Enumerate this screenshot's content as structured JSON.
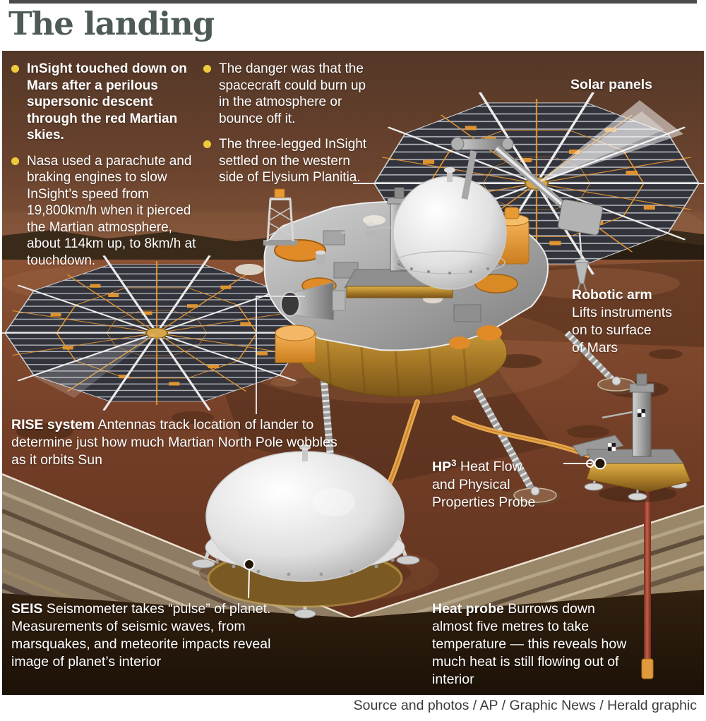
{
  "header": {
    "title": "The landing"
  },
  "bullets_left": [
    {
      "text": "InSight touched down on Mars after a perilous supersonic descent through the red Martian skies."
    },
    {
      "text": "Nasa used a parachute and braking engines to slow InSight’s speed from 19,800km/h when it pierced the Martian atmosphere, about 114km up, to 8km/h at touchdown."
    }
  ],
  "bullets_right": [
    {
      "text": "The danger was that the spacecraft could burn up in the atmosphere or bounce off it."
    },
    {
      "text": "The three-legged InSight settled on the western side of Elysium Planitia."
    }
  ],
  "labels": {
    "solar_panels": "Solar panels",
    "robotic_arm": {
      "bold": "Robotic arm",
      "lines": [
        "Lifts instruments",
        "on to surface",
        "of Mars"
      ]
    },
    "rise": {
      "bold": "RISE system",
      "rest": "Antennas track location of lander to determine just how much Martian North Pole wobbles as it orbits Sun"
    },
    "hp3": {
      "bold": "HP",
      "sup": "3",
      "rest": "Heat Flow and Physical Properties Probe"
    },
    "seis": {
      "bold": "SEIS",
      "rest": "Seismometer takes “pulse” of planet. Measurements of seismic waves, from marsquakes, and meteorite impacts reveal image of planet’s interior"
    },
    "heat_probe": {
      "bold": "Heat probe",
      "rest": "Burrows down almost five metres to take temperature — this reveals how much heat is still flowing out of interior"
    }
  },
  "footer": {
    "source": "Source and photos / AP / Graphic News / Herald graphic"
  },
  "colors": {
    "title": "#4d5a55",
    "bullet_dot": "#eecb3c",
    "body_text": "#ffffff",
    "sky_brown": "#5a3b2a",
    "ground_red": "#713d26",
    "solar_cell": "#33333c",
    "accent_orange": "#e6982f",
    "source_text": "#3a3a3a"
  }
}
